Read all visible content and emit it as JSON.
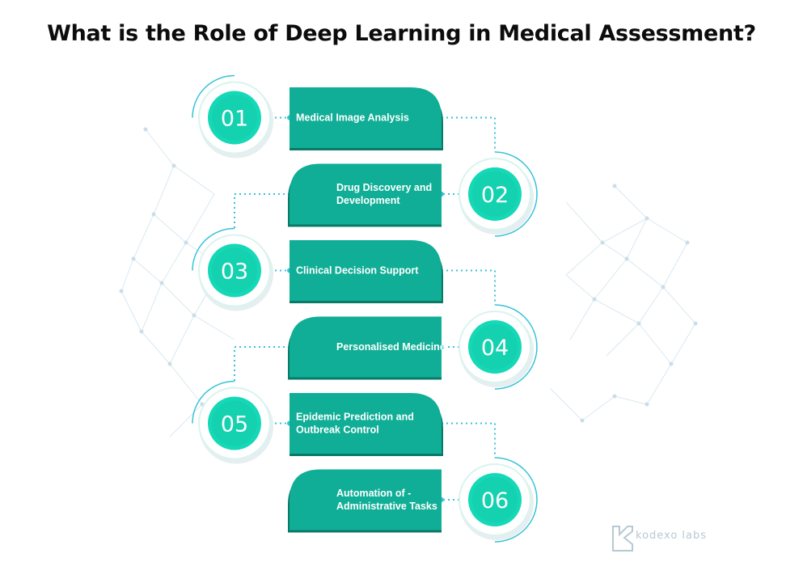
{
  "title": "What is the Role of Deep Learning in Medical Assessment?",
  "colors": {
    "banner_front": "#10ae96",
    "banner_back": "#0a7a68",
    "circle_inner": "#15d9b6",
    "circle_ring": "#d9f4ef",
    "connector": "#36c3d8",
    "network": "#d2e4ec"
  },
  "steps": [
    {
      "number": "01",
      "lines": [
        "Medical Image Analysis"
      ]
    },
    {
      "number": "02",
      "lines": [
        "Drug Discovery and",
        "Development"
      ]
    },
    {
      "number": "03",
      "lines": [
        "Clinical Decision Support"
      ]
    },
    {
      "number": "04",
      "lines": [
        "Personalised Medicine"
      ]
    },
    {
      "number": "05",
      "lines": [
        "Epidemic Prediction and",
        "Outbreak Control"
      ]
    },
    {
      "number": "06",
      "lines": [
        "Automation of -",
        "Administrative Tasks"
      ]
    }
  ],
  "logo": {
    "text": "kodexo labs",
    "icon": "kodexo-logo-icon"
  }
}
